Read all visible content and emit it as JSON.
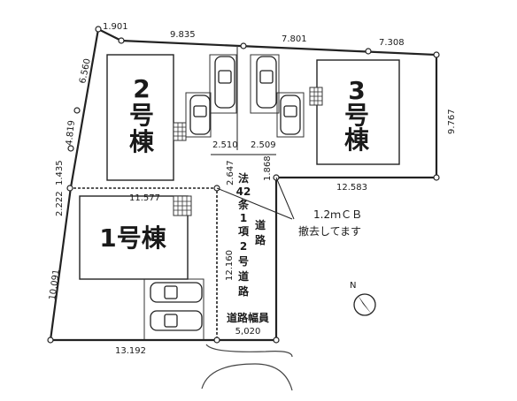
{
  "buildings": {
    "b1": "1号棟",
    "b2_num": "2",
    "b2_go": "号",
    "b2_to": "棟",
    "b3_num": "3",
    "b3_go": "号",
    "b3_to": "棟"
  },
  "dimensions": {
    "top_1": "1.901",
    "top_2": "9.835",
    "top_3": "7.801",
    "top_4": "7.308",
    "left_1": "6.560",
    "left_2": "4.819",
    "left_3": "1.435",
    "left_4": "2.222",
    "left_5": "10.091",
    "right_1": "9.767",
    "mid_right": "12.583",
    "mid_left": "11.577",
    "bottom": "13.192",
    "road_a": "2.510",
    "road_b": "2.509",
    "road_c": "2.647",
    "road_d": "1.868",
    "road_len": "12.160",
    "road_width_value": "5,020"
  },
  "road_text": {
    "col1": [
      "法",
      "42",
      "条",
      "1",
      "項",
      "2",
      "号",
      "道",
      "路"
    ],
    "col2": [
      "道",
      "路"
    ],
    "width_label": "道路幅員"
  },
  "annotation": {
    "line1": "1.2ｍＣＢ",
    "line2": "撤去してます"
  },
  "compass": {
    "north": "N"
  }
}
